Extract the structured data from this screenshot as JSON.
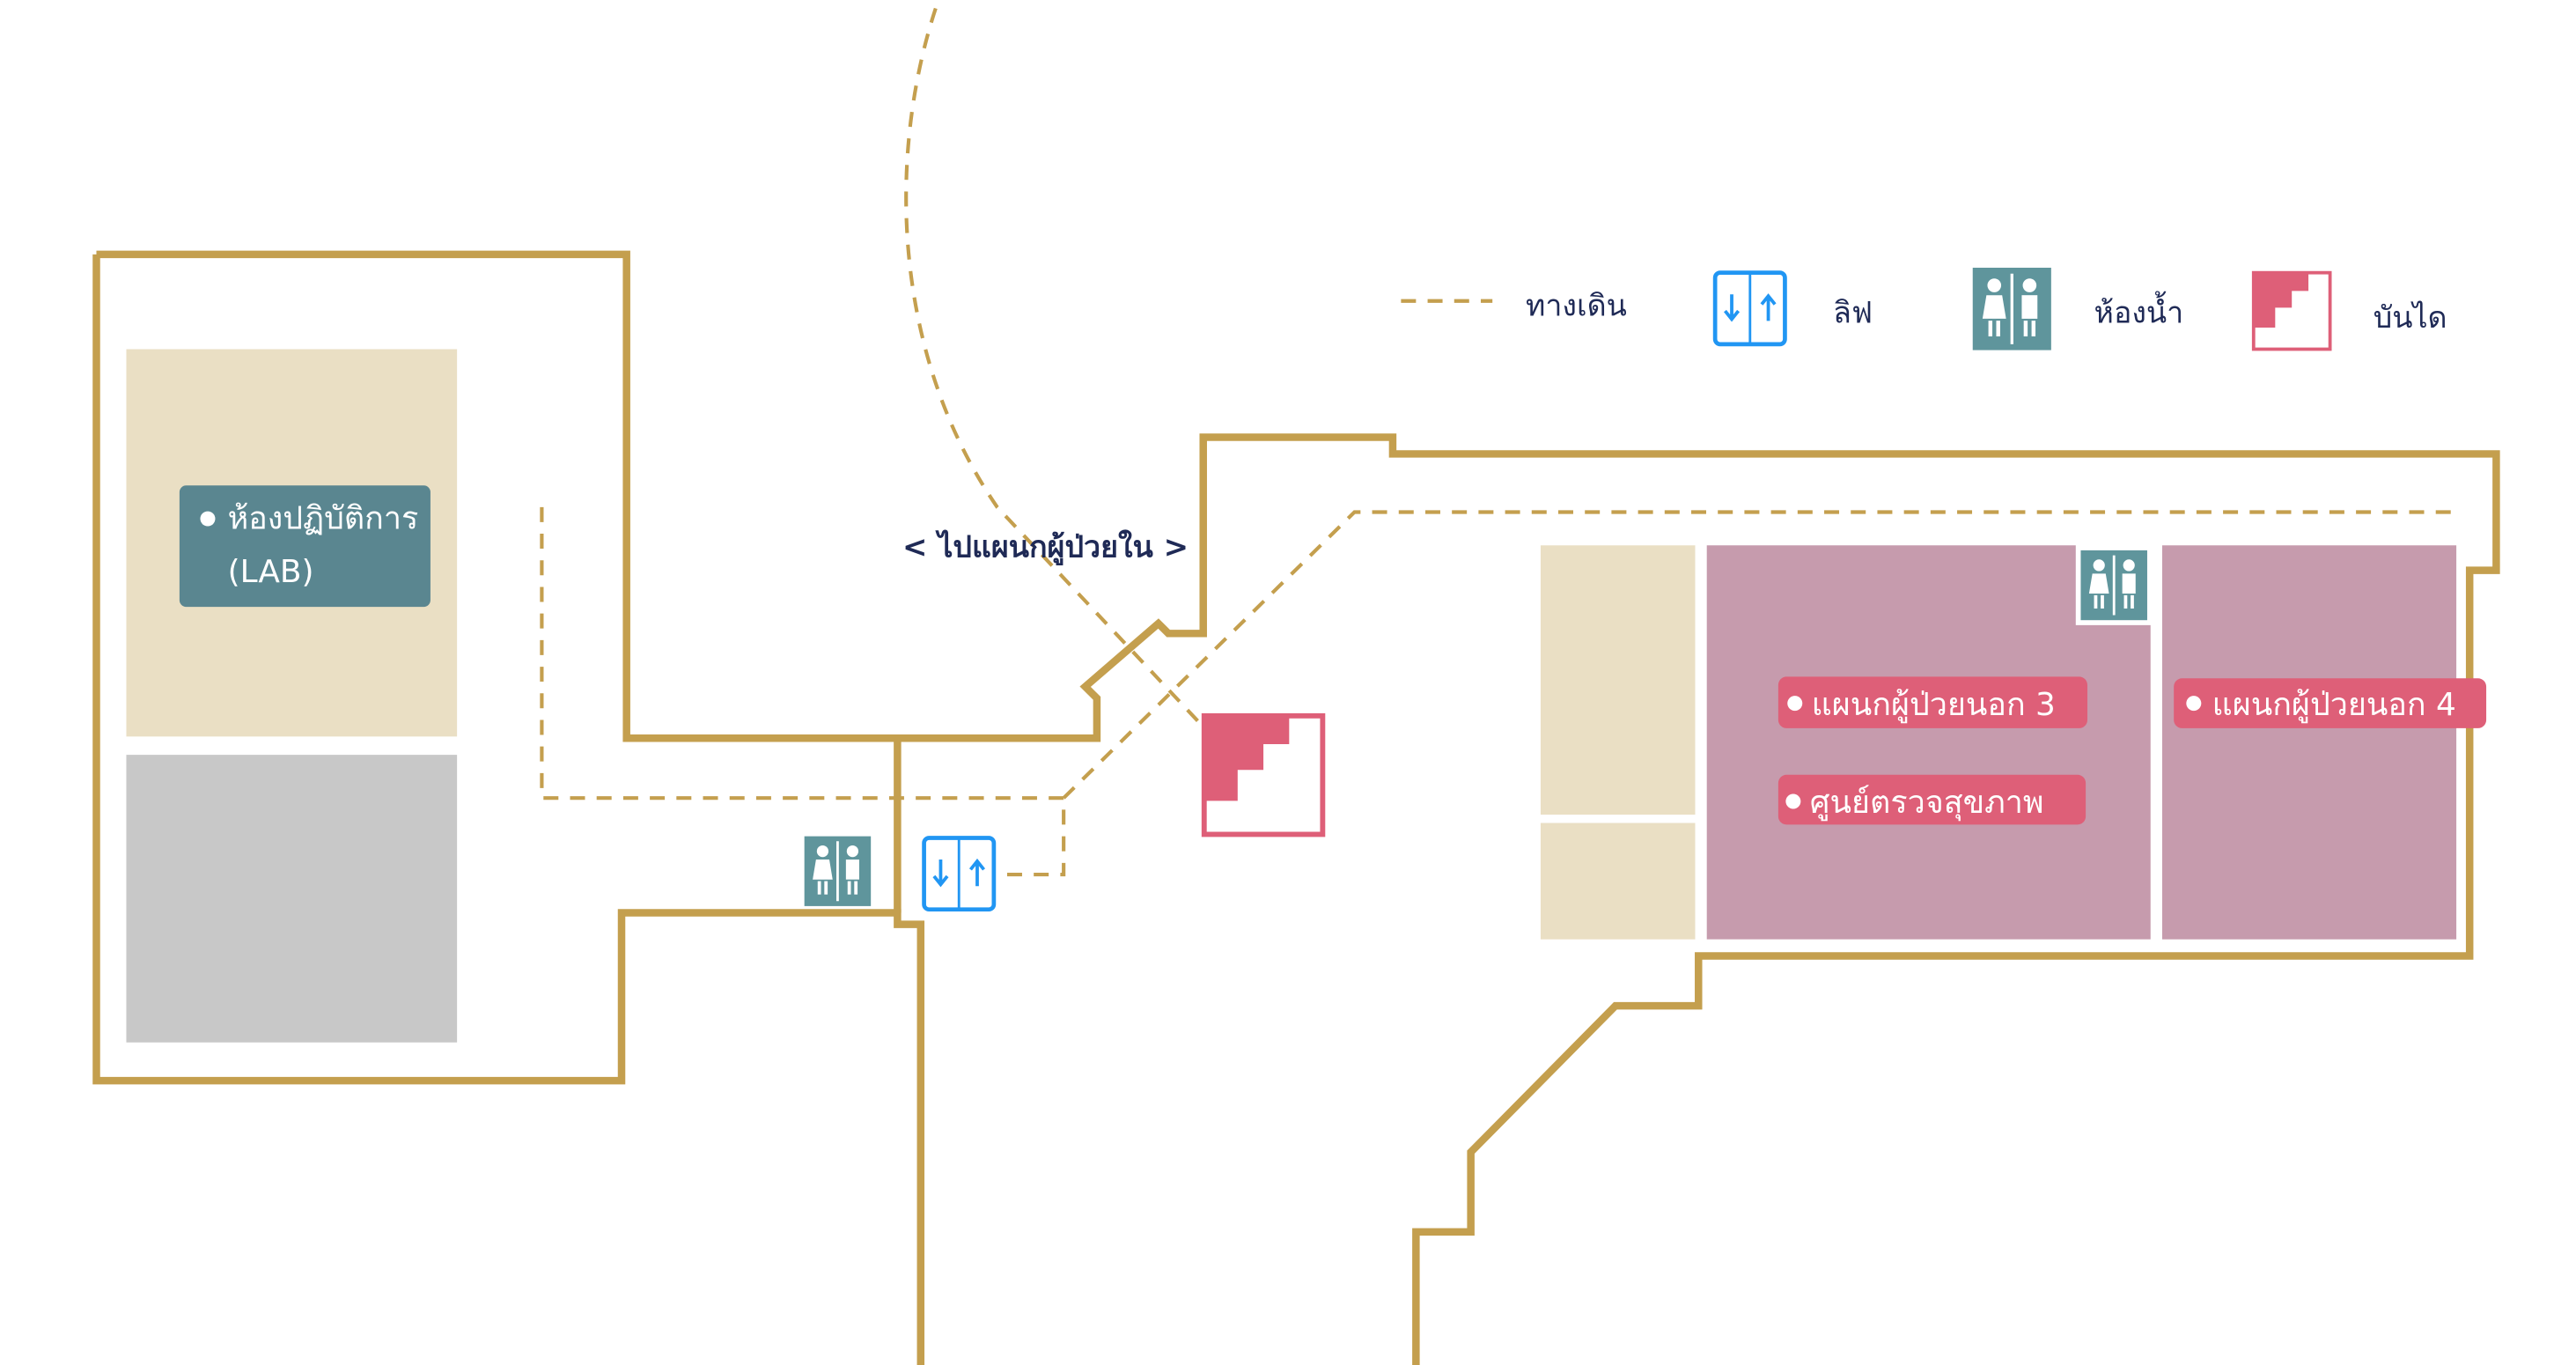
{
  "legend": {
    "walkway": "ทางเดิน",
    "elevator": "ลิฟ",
    "restroom": "ห้องน้ำ",
    "stairs": "บันได"
  },
  "direction_label": "< ไปแผนกผู้ป่วยใน >",
  "rooms": {
    "lab_line1": "ห้องปฏิบัติการ",
    "lab_line2": "(LAB)",
    "opd3": "แผนกผู้ป่วยนอก 3",
    "checkup": "ศูนย์ตรวจสุขภาพ",
    "opd4": "แผนกผู้ป่วยนอก 4"
  },
  "colors": {
    "wall": "#c49f4e",
    "label_teal": "#5a8690",
    "label_pink": "#de5f78",
    "room_pink": "#c69bad",
    "room_beige": "#eadfc4",
    "room_gray": "#c8c8c8",
    "elevator_blue": "#2196f3",
    "text_navy": "#1f2a56"
  }
}
